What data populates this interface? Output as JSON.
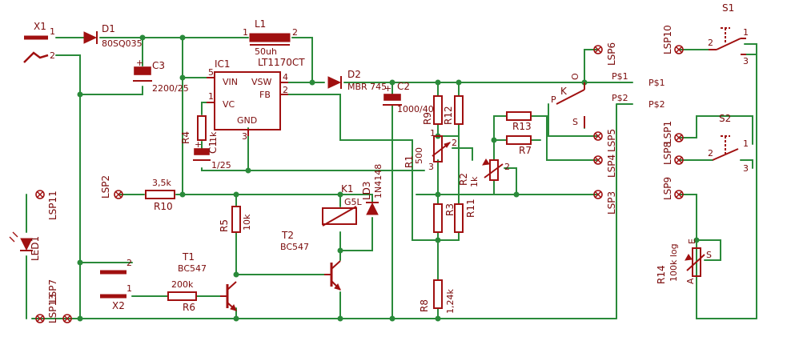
{
  "labels": {
    "x1": "X1",
    "x1_p1": "1",
    "x1_p2": "2",
    "x2": "X2",
    "x2_p1": "1",
    "x2_p2": "2",
    "d1": "D1",
    "d1v": "80SQ035",
    "l1": "L1",
    "l1v": "50uh",
    "l1p1": "1",
    "l1p2": "2",
    "ic1": "IC1",
    "ic1v": "LT1170CT",
    "ic_vin": "VIN",
    "ic_vsw": "VSW",
    "ic_fb": "FB",
    "ic_vc": "VC",
    "ic_gnd": "GND",
    "ic_p5": "5",
    "ic_p4": "4",
    "ic_p2": "2",
    "ic_p1": "1",
    "ic_p3": "3",
    "c3": "C3",
    "c3v": "2200/25",
    "d2": "D2",
    "d2v": "MBR 745",
    "c2": "C2",
    "c2v": "1000/40",
    "r4": "R4",
    "r4v": "1k",
    "c1": "C1",
    "c1v": "1/25",
    "r10": "R10",
    "r10v": "3,5k",
    "lsp2": "LSP2",
    "lsp11": "LSP11",
    "lsp7": "LSP7",
    "lsp13": "LSP13",
    "led1": "LED1",
    "k1": "K1",
    "k1v": "G5L",
    "ld3": "LD3",
    "ld3v": "1N4148",
    "r5": "R5",
    "r5v": "10k",
    "t1": "T1",
    "t1v": "BC547",
    "t2": "T2",
    "t2v": "BC547",
    "r6": "R6",
    "r6v": "200k",
    "r1": "R1",
    "r1v": "500",
    "r9": "R9",
    "r12": "R12",
    "r3": "R3",
    "r11": "R11",
    "r2": "R2",
    "r2v": "1k",
    "r8": "R8",
    "r8v": "1,24k",
    "r13": "R13",
    "r7": "R7",
    "lsp6": "LSP6",
    "lsp5": "LSP5",
    "lsp4": "LSP4",
    "lsp3": "LSP3",
    "p1": "P$1",
    "p2": "P$2",
    "k": "K",
    "pk": "P",
    "sk": "S",
    "ok": "O",
    "s1": "S1",
    "s2": "S2",
    "lsp10": "LSP10",
    "lsp8": "LSP8",
    "lsp1": "LSP1",
    "lsp9": "LSP9",
    "sw2": "2",
    "sw1": "1",
    "sw3": "3",
    "r14": "R14",
    "r14v": "100k log",
    "r14e": "E",
    "r14a": "A",
    "r14s": "S",
    "pin1": "1",
    "pin2": "2",
    "pin3": "3"
  },
  "colors": {
    "wire": "#2a8a3a",
    "symbol": "#a01010",
    "text": "#7a0a0a",
    "background": "#ffffff"
  }
}
